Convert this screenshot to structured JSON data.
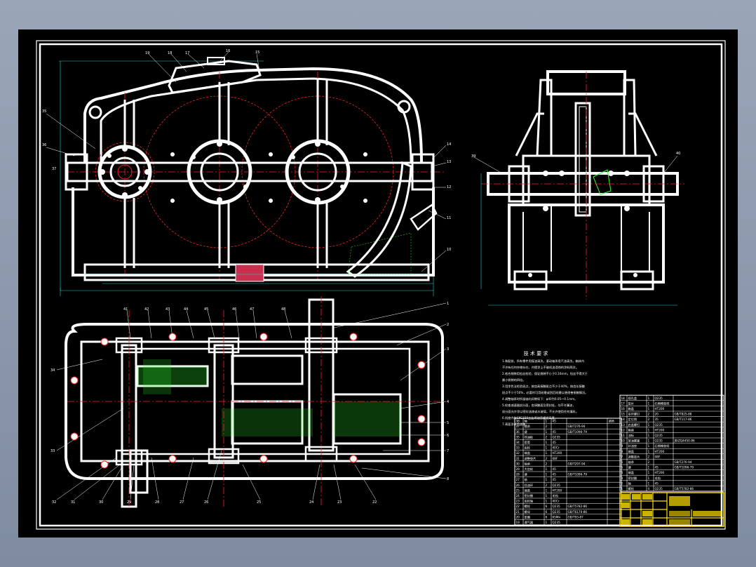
{
  "sheet": {
    "background": "#000000",
    "line_color": "#ffffff",
    "centerline_color": "#ff2020",
    "dimension_color": "#20d0d0",
    "title_block_color": "#ffe000",
    "hatch_color": "#30ff30"
  },
  "technical_notes": {
    "title": "技 术 要 求",
    "lines": [
      "1.装配前，所有零件用煤油清洗，滚动轴承用汽油清洗，箱体内",
      "不许有任何杂物存在，内壁涂上不被机油浸蚀的涂料两次。",
      "2.啮合侧隙用铅丝检验，保证侧隙不小于0.16mm，铅丝不得大于",
      "最小侧隙的四倍。",
      "3.用涂色法检验斑点，按齿高接触斑点不少于40%，按齿长接触",
      "斑点不少于50%，必要时可用研磨或刮后研磨以便改善接触情况。",
      "4.调整轴承时所留轴向间隙如下：φ40为0.05～0.1mm。",
      "5.检查减速器剖分面，各接触面及密封处，均不许漏油，",
      "剖分面允许涂以密封油漆或水玻璃，不允许使用任何填料。",
      "6.机座内装CKC150工业用油至规定高度。",
      "7.表面涂灰色油漆。"
    ]
  },
  "parts_table_left": {
    "rows": [
      [
        "38",
        "轴",
        "1",
        "45",
        "",
        "调质"
      ],
      [
        "37",
        "轴承",
        "2",
        "",
        "GB/T276-94",
        ""
      ],
      [
        "36",
        "键",
        "1",
        "45",
        "GB/T1096-79",
        ""
      ],
      [
        "35",
        "挡油板",
        "2",
        "Q235",
        "",
        ""
      ],
      [
        "34",
        "套筒",
        "1",
        "45",
        "",
        ""
      ],
      [
        "33",
        "齿轮",
        "1",
        "40Cr",
        "",
        ""
      ],
      [
        "32",
        "端盖",
        "1",
        "HT200",
        "",
        ""
      ],
      [
        "31",
        "调整垫片",
        "2",
        "08F",
        "",
        ""
      ],
      [
        "30",
        "轴承",
        "2",
        "",
        "GB/T297-94",
        ""
      ],
      [
        "29",
        "大齿轮",
        "1",
        "45",
        "",
        ""
      ],
      [
        "28",
        "键",
        "1",
        "45",
        "GB/T1096-79",
        ""
      ],
      [
        "27",
        "轴",
        "1",
        "45",
        "",
        ""
      ],
      [
        "26",
        "挡油环",
        "2",
        "Q235",
        "",
        ""
      ],
      [
        "25",
        "端盖",
        "1",
        "HT200",
        "",
        ""
      ],
      [
        "24",
        "密封圈",
        "1",
        "毛毡",
        "",
        ""
      ],
      [
        "23",
        "齿轮轴",
        "1",
        "40Cr",
        "",
        ""
      ],
      [
        "22",
        "螺栓",
        "6",
        "Q235",
        "GB/T5782-86",
        ""
      ],
      [
        "21",
        "螺母",
        "6",
        "Q235",
        "GB/T6170-86",
        ""
      ],
      [
        "20",
        "垫圈",
        "6",
        "65Mn",
        "GB/T93-87",
        ""
      ],
      [
        "19",
        "通气器",
        "1",
        "Q235",
        "",
        ""
      ]
    ]
  },
  "parts_table_right": {
    "rows": [
      [
        "18",
        "视孔盖",
        "1",
        "Q235",
        ""
      ],
      [
        "17",
        "垫片",
        "1",
        "石棉橡胶纸",
        ""
      ],
      [
        "16",
        "箱盖",
        "1",
        "HT200",
        ""
      ],
      [
        "15",
        "吊环螺钉",
        "2",
        "20",
        "GB/T825-88"
      ],
      [
        "14",
        "定位销",
        "2",
        "35",
        "GB/T117-86"
      ],
      [
        "13",
        "启盖螺钉",
        "1",
        "Q235",
        ""
      ],
      [
        "12",
        "箱座",
        "1",
        "HT200",
        ""
      ],
      [
        "11",
        "油标",
        "1",
        "Q235",
        ""
      ],
      [
        "10",
        "放油螺塞",
        "1",
        "Q235",
        "JB/ZQ4450-86"
      ],
      [
        "9",
        "封油垫",
        "1",
        "石棉橡胶纸",
        ""
      ],
      [
        "8",
        "端盖",
        "1",
        "HT200",
        ""
      ],
      [
        "7",
        "调整垫片",
        "2",
        "08F",
        ""
      ],
      [
        "6",
        "轴承",
        "2",
        "",
        "GB/T276-94"
      ],
      [
        "5",
        "键",
        "1",
        "45",
        "GB/T1096-79"
      ],
      [
        "4",
        "端盖",
        "1",
        "HT200",
        ""
      ],
      [
        "3",
        "密封圈",
        "1",
        "毛毡",
        ""
      ],
      [
        "2",
        "轴",
        "1",
        "45",
        ""
      ],
      [
        "1",
        "螺栓",
        "4",
        "Q235",
        "GB/T5782-86"
      ]
    ]
  },
  "icons": {
    "bearing": "bearing-icon",
    "gear": "gear-icon"
  }
}
